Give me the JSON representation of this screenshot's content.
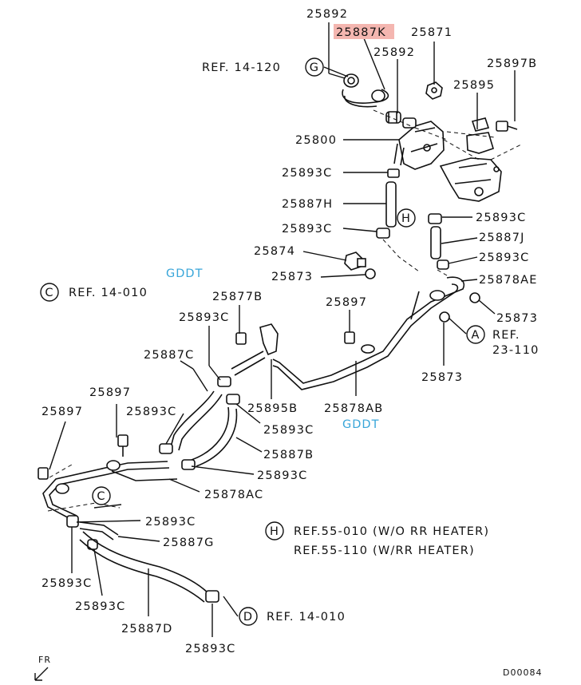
{
  "diagram": {
    "doc_code": "D00084",
    "fr_label": "FR",
    "watermarks": [
      "GDDT",
      "GDDT"
    ],
    "highlight_color": "#f4b6b0",
    "watermark_color": "#39a6d9",
    "labels": {
      "p25892_top": "25892",
      "p25887K": "25887K",
      "p25871": "25871",
      "p25892_mid": "25892",
      "p25897B": "25897B",
      "p25895": "25895",
      "p25800": "25800",
      "p25893C_a": "25893C",
      "p25887H": "25887H",
      "p25893C_b": "25893C",
      "p25893C_c": "25893C",
      "p25887J": "25887J",
      "p25893C_d": "25893C",
      "p25874": "25874",
      "p25873_a": "25873",
      "p25878AE": "25878AE",
      "p25873_b": "25873",
      "p25877B": "25877B",
      "p25897_mid": "25897",
      "p25893C_e": "25893C",
      "p25887C": "25887C",
      "p25873_c": "25873",
      "p25895B": "25895B",
      "p25878AB": "25878AB",
      "p25897_left1": "25897",
      "p25897_left2": "25897",
      "p25893C_f": "25893C",
      "p25893C_g": "25893C",
      "p25887B": "25887B",
      "p25893C_h": "25893C",
      "p25878AC": "25878AC",
      "p25893C_i": "25893C",
      "p25887G": "25887G",
      "p25893C_j": "25893C",
      "p25893C_k": "25893C",
      "p25887D": "25887D",
      "p25893C_l": "25893C"
    },
    "refs": {
      "G": {
        "letter": "G",
        "text": "REF. 14-120"
      },
      "C_top": {
        "letter": "C",
        "text": "REF. 14-010"
      },
      "A": {
        "letter": "A",
        "text1": "REF.",
        "text2": "23-110"
      },
      "H_note": {
        "letter": "H",
        "line1": "REF.55-010 (W/O RR HEATER)",
        "line2": "REF.55-110 (W/RR HEATER)"
      },
      "D": {
        "letter": "D",
        "text": "REF. 14-010"
      },
      "H_circle": {
        "letter": "H"
      },
      "C_circle": {
        "letter": "C"
      }
    }
  }
}
